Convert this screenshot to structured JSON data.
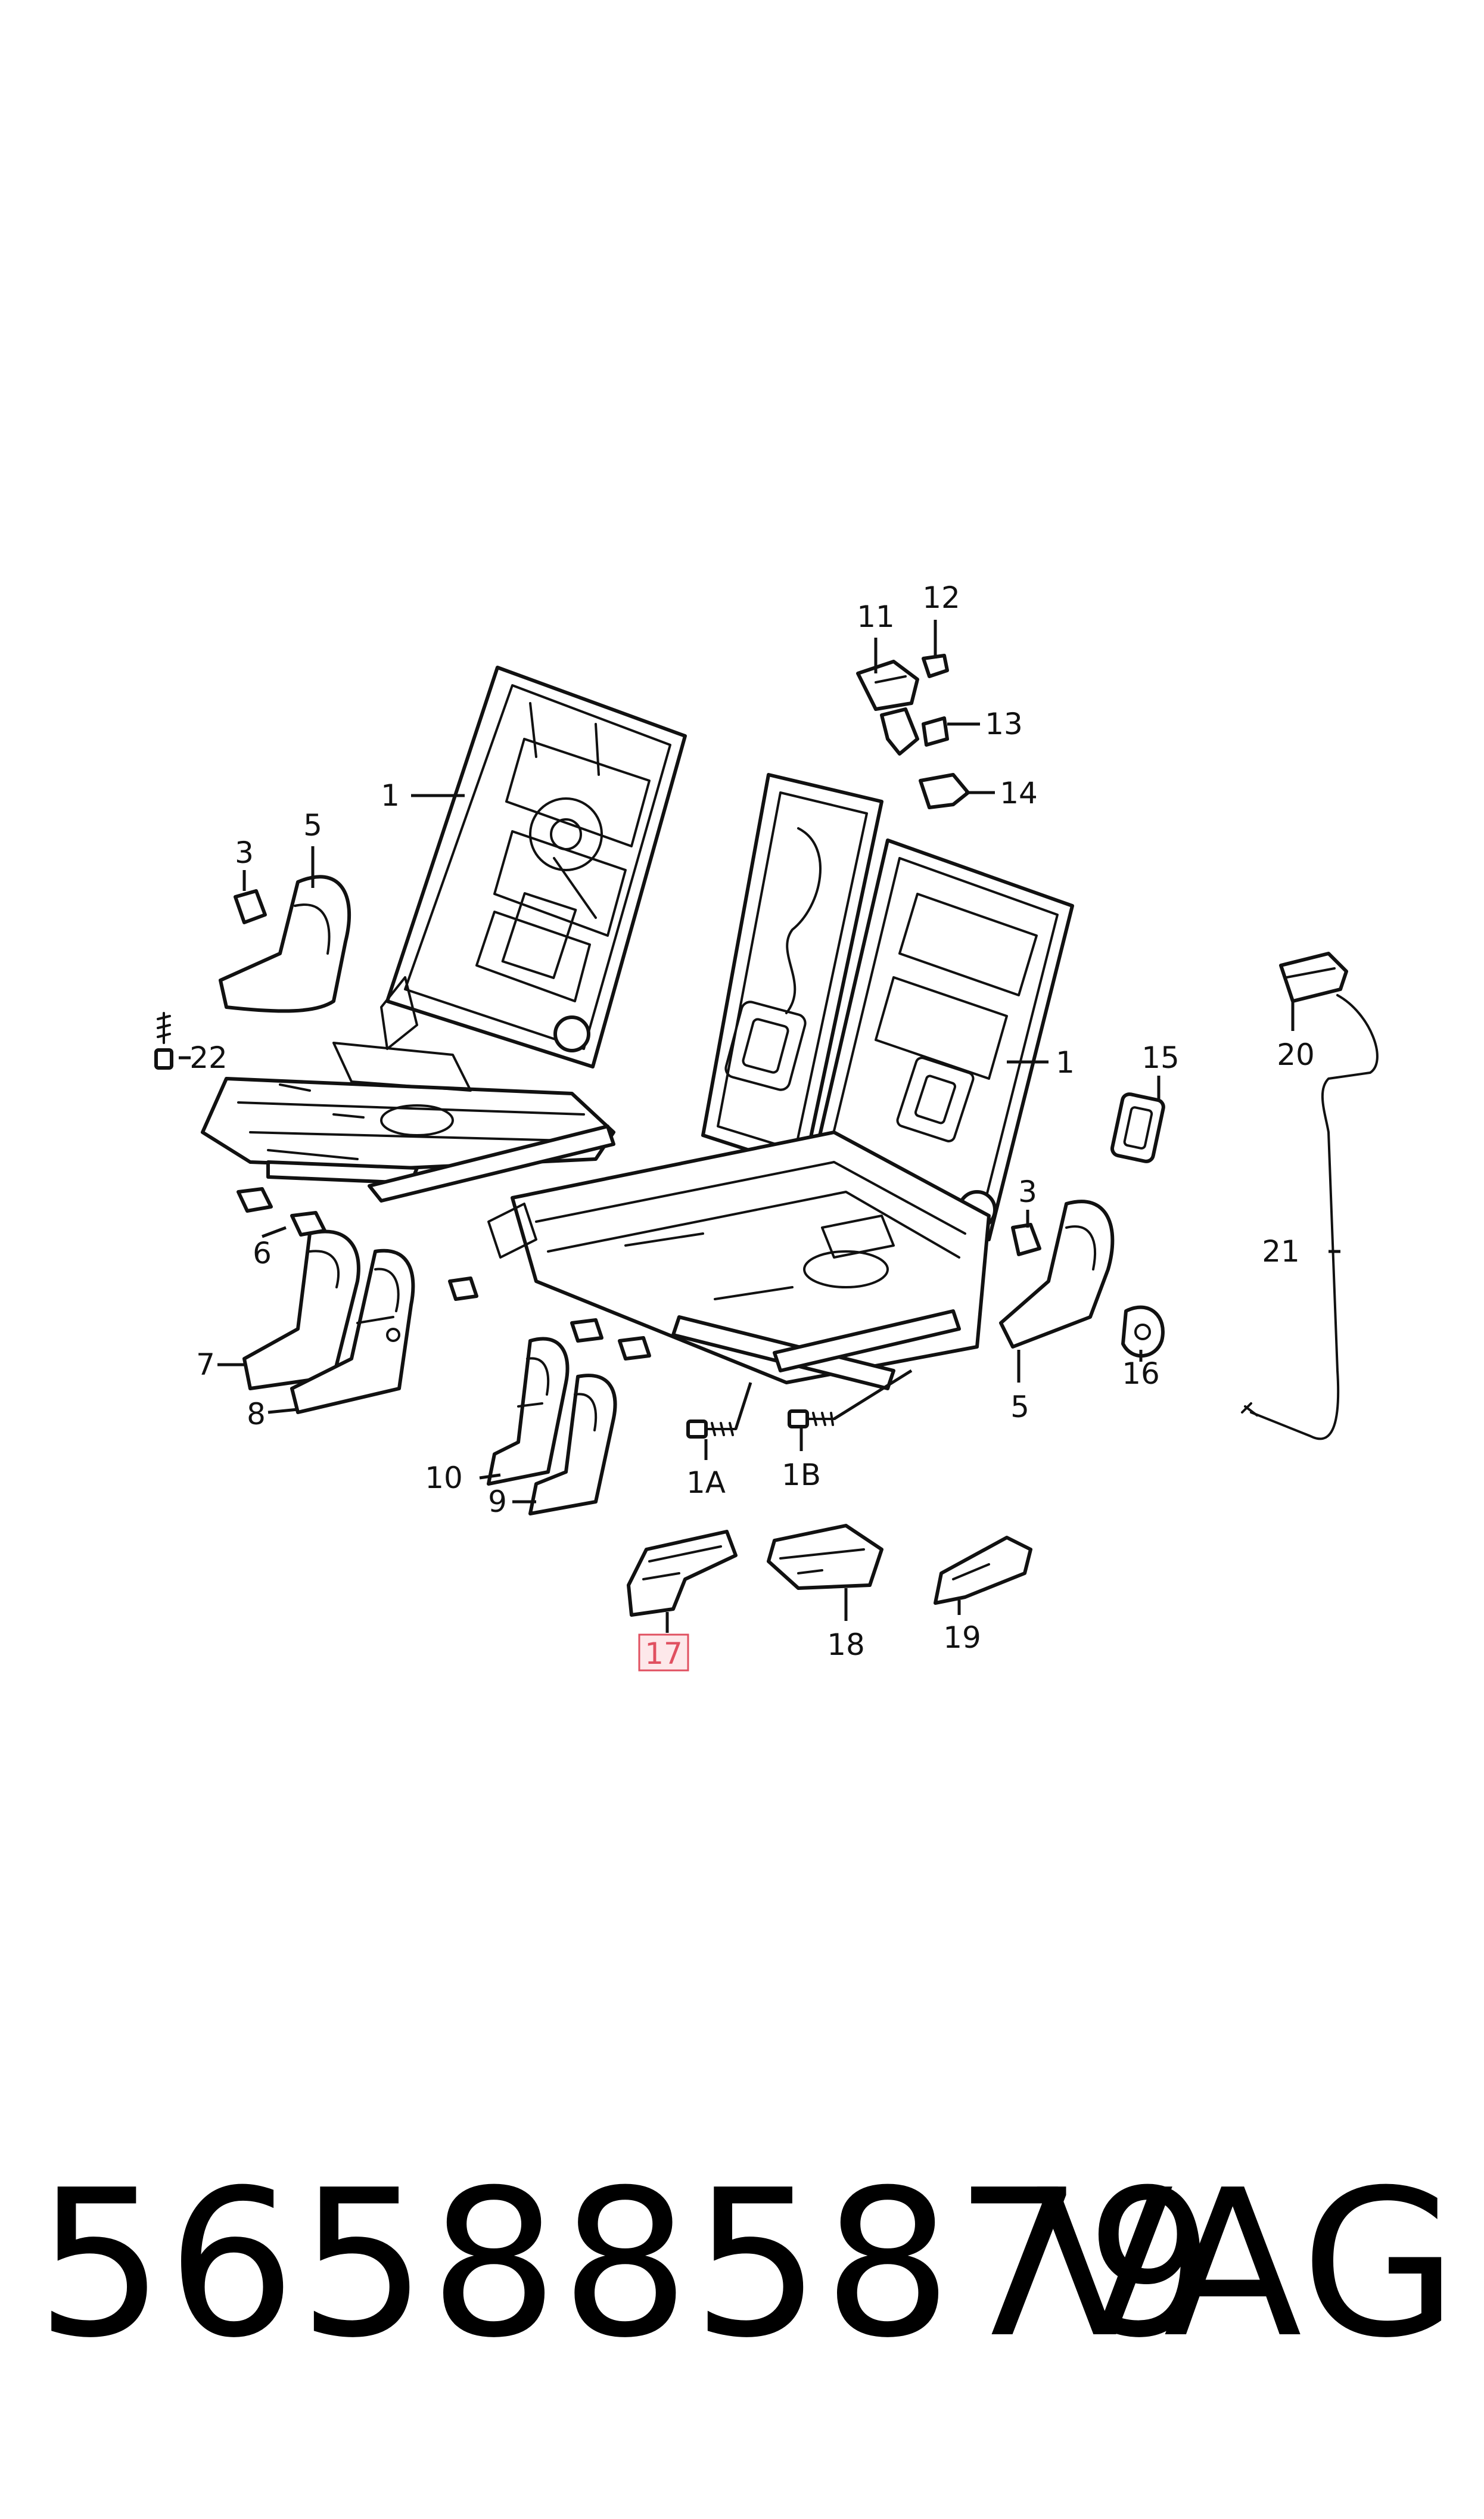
{
  "callouts": {
    "c1_left": "1",
    "c1_right": "1",
    "c1a": "1A",
    "c1b": "1B",
    "c3_left": "3",
    "c3_right": "3",
    "c5_left": "5",
    "c5_right": "5",
    "c6": "6",
    "c7": "7",
    "c8": "8",
    "c9": "9",
    "c10": "10",
    "c11": "11",
    "c12": "12",
    "c13": "13",
    "c14": "14",
    "c15": "15",
    "c16": "16",
    "c17": "17",
    "c18": "18",
    "c19": "19",
    "c20": "20",
    "c21": "21",
    "c22": "22"
  },
  "highlighted_part": "17",
  "highlight_color": "#e05060",
  "caption": {
    "part_number": "565885879",
    "brand": "VAG"
  }
}
